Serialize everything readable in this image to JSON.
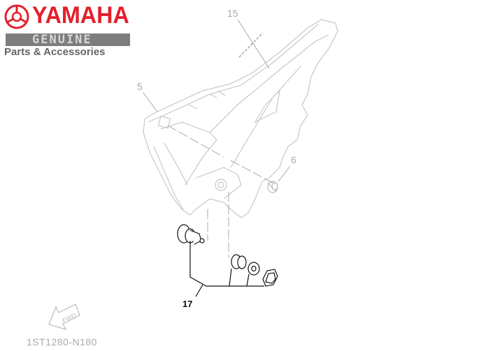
{
  "logo": {
    "brand": "YAMAHA",
    "genuine": "GENUINE",
    "tagline": "Parts & Accessories",
    "brand_color": "#e3202a"
  },
  "diagram": {
    "callouts": [
      {
        "number": "15"
      },
      {
        "number": "5"
      },
      {
        "number": "6"
      },
      {
        "number": "17"
      }
    ],
    "direction_label": "FWD",
    "diagram_code": "1ST1280-N180"
  }
}
